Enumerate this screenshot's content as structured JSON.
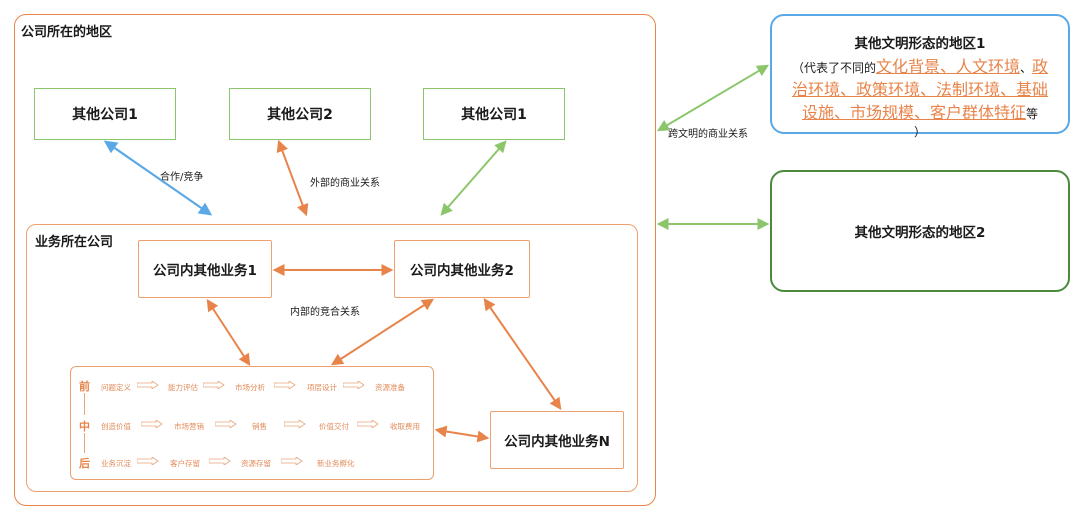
{
  "regions": {
    "company_region_title": "公司所在的地区",
    "business_company_title": "业务所在公司"
  },
  "external_companies": [
    "其他公司1",
    "其他公司2",
    "其他公司1"
  ],
  "internal_businesses": [
    "公司内其他业务1",
    "公司内其他业务2",
    "公司内其他业务N"
  ],
  "labels": {
    "cooperation": "合作/竞争",
    "external_relation": "外部的商业关系",
    "internal_relation": "内部的竞合关系",
    "cross_civ_relation": "跨文明的商业关系"
  },
  "civ1": {
    "title": "其他文明形态的地区1",
    "prefix": "（代表了不同的",
    "items": [
      "文化背景",
      "人文环境",
      "政治环境",
      "政策环境",
      "法制环境",
      "基础设施",
      "市场规模",
      "客户群体特征"
    ],
    "separator": "、",
    "suffix": "等",
    "close": "）"
  },
  "civ2": {
    "title": "其他文明形态的地区2"
  },
  "process": {
    "rows": [
      {
        "head": "前",
        "steps": [
          "问题定义",
          "能力评估",
          "市场分析",
          "项层设计",
          "资源准备"
        ]
      },
      {
        "head": "中",
        "steps": [
          "创造价值",
          "市场营销",
          "销售",
          "价值交付",
          "收取费用"
        ]
      },
      {
        "head": "后",
        "steps": [
          "业务沉淀",
          "客户存留",
          "资源存留",
          "新业务孵化"
        ]
      }
    ]
  },
  "colors": {
    "orange": "#e8844a",
    "green": "#8cc66b",
    "blue": "#5aa9e6",
    "dark_green": "#4a8a3a"
  }
}
